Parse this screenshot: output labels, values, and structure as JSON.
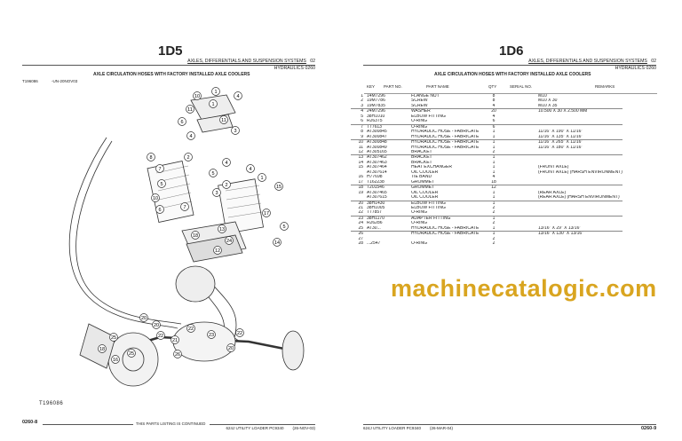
{
  "left": {
    "code": "1D5",
    "section": "AXLES, DIFFERENTIALS AND SUSPENSION SYSTEMS",
    "section_no": "02",
    "subsection": "HYDRAULICS 0260",
    "title": "AXLE CIRCULATION HOSES WITH FACTORY INSTALLED AXLE COOLERS",
    "figure_id": "T196086",
    "figure_date": "-UN-20NOV03",
    "figure_label": "T196086",
    "page": "0260-8",
    "continued": "THIS PARTS LISTING IS CONTINUED",
    "footer_model": "624J UTILITY LOADER  PC9340",
    "footer_date": "(26-NOV-03)"
  },
  "right": {
    "code": "1D6",
    "section": "AXLES, DIFFERENTIALS AND SUSPENSION SYSTEMS",
    "section_no": "02",
    "subsection": "HYDRAULICS 0260",
    "title": "AXLE CIRCULATION HOSES WITH FACTORY INSTALLED AXLE COOLERS",
    "page": "0260-9",
    "footer_model": "624J UTILITY LOADER  PC9340",
    "footer_date": "(26-MAR-04)",
    "columns": {
      "key": "KEY",
      "part": "PART NO.",
      "name": "PART NAME",
      "qty": "QTY",
      "serial": "SERIAL NO.",
      "remarks": "REMARKS"
    },
    "rows": [
      {
        "key": "1",
        "part": "14M7296",
        "name": "FLANGE NUT",
        "qty": "8",
        "remarks": "M10"
      },
      {
        "key": "2",
        "part": "19M7786",
        "name": "SCREW",
        "qty": "8",
        "remarks": "M10 X 30"
      },
      {
        "key": "3",
        "part": "19M7835",
        "name": "SCREW",
        "qty": "4",
        "remarks": "M10 X 35"
      },
      {
        "key": "4",
        "part": "24M7296",
        "name": "WASHER",
        "qty": "20",
        "remarks": "10.500 X 30 X 2.500 MM",
        "sep": true
      },
      {
        "key": "5",
        "part": "38H1010",
        "name": "ELBOW FITTING",
        "qty": "4",
        "remarks": ""
      },
      {
        "key": "6",
        "part": "R26375",
        "name": "O-RING",
        "qty": "6",
        "remarks": ""
      },
      {
        "key": "7",
        "part": "T77613",
        "name": "O-RING",
        "qty": "6",
        "remarks": "",
        "sep": true
      },
      {
        "key": "8",
        "part": "AT300845",
        "name": "HYDRAULIC HOSE - FABRICATE",
        "qty": "1",
        "remarks": "11/16\" X 190\" X 11/16\""
      },
      {
        "key": "9",
        "part": "AT300847",
        "name": "HYDRAULIC HOSE - FABRICATE",
        "qty": "1",
        "remarks": "11/16\" X 135\" X 11/16\""
      },
      {
        "key": "10",
        "part": "AT300848",
        "name": "HYDRAULIC HOSE - FABRICATE",
        "qty": "1",
        "remarks": "11/16\" X 265\" X 11/16\"",
        "sep": true
      },
      {
        "key": "11",
        "part": "AT300849",
        "name": "HYDRAULIC HOSE - FABRICATE",
        "qty": "1",
        "remarks": "11/16\" X 180\" X 11/16\""
      },
      {
        "key": "12",
        "part": "AT305165",
        "name": "BRACKET",
        "qty": "2",
        "remarks": ""
      },
      {
        "key": "13",
        "part": "AT307462",
        "name": "BRACKET",
        "qty": "1",
        "remarks": "",
        "sep": true
      },
      {
        "key": "14",
        "part": "AT307463",
        "name": "BRACKET",
        "qty": "1",
        "remarks": ""
      },
      {
        "key": "15",
        "part": "AT307464",
        "name": "HEAT EXCHANGER",
        "qty": "1",
        "remarks": "(FRONT AXLE)"
      },
      {
        "key": "",
        "part": "AT307614",
        "name": "OIL COOLER",
        "qty": "1",
        "remarks": "(FRONT AXLE) (HARSH ENVIRONMENT)"
      },
      {
        "key": "16",
        "part": "H77698",
        "name": "TIE BAND",
        "qty": "4",
        "remarks": ""
      },
      {
        "key": "17",
        "part": "T162238",
        "name": "GROMMET",
        "qty": "18",
        "remarks": ""
      },
      {
        "key": "18",
        "part": "T201546",
        "name": "GROMMET",
        "qty": "12",
        "remarks": "",
        "sep": true
      },
      {
        "key": "19",
        "part": "AT307465",
        "name": "OIL COOLER",
        "qty": "1",
        "remarks": "(REAR AXLE)"
      },
      {
        "key": "",
        "part": "AT307615",
        "name": "OIL COOLER",
        "qty": "1",
        "remarks": "(REAR AXLE) (HARSH ENVIRONMENT)"
      },
      {
        "key": "20",
        "part": "38H1430",
        "name": "ELBOW FITTING",
        "qty": "1",
        "remarks": "",
        "sep": true
      },
      {
        "key": "21",
        "part": "38H1005",
        "name": "ELBOW FITTING",
        "qty": "2",
        "remarks": ""
      },
      {
        "key": "22",
        "part": "T77857",
        "name": "O-RING",
        "qty": "2",
        "remarks": ""
      },
      {
        "key": "23",
        "part": "38H1170",
        "name": "ADAPTER FITTING",
        "qty": "1",
        "remarks": "",
        "sep": true
      },
      {
        "key": "24",
        "part": "R26286",
        "name": "O-RING",
        "qty": "2",
        "remarks": ""
      },
      {
        "key": "25",
        "part": "AT30...",
        "name": "HYDRAULIC HOSE - FABRICATE",
        "qty": "1",
        "remarks": "13/16\" X 29\" X 13/16\""
      },
      {
        "key": "26",
        "part": "",
        "name": "HYDRAULIC HOSE - FABRICATE",
        "qty": "1",
        "remarks": "13/16\" X 130\" X 13/16\"",
        "sep": true
      },
      {
        "key": "27",
        "part": "",
        "name": "",
        "qty": "2",
        "remarks": ""
      },
      {
        "key": "28",
        "part": "...2547",
        "name": "O-RING",
        "qty": "2",
        "remarks": ""
      }
    ]
  },
  "watermark": "machinecatalogic.com",
  "callouts": [
    "10",
    "1",
    "4",
    "1",
    "11",
    "6",
    "11",
    "3",
    "4",
    "2",
    "4",
    "7",
    "8",
    "5",
    "5",
    "2",
    "3",
    "1",
    "4",
    "17",
    "5",
    "15",
    "10",
    "6",
    "7",
    "24",
    "14",
    "13",
    "18",
    "12",
    "20",
    "20",
    "22",
    "22",
    "21",
    "23",
    "22",
    "20",
    "26",
    "25",
    "18",
    "16",
    "25"
  ]
}
